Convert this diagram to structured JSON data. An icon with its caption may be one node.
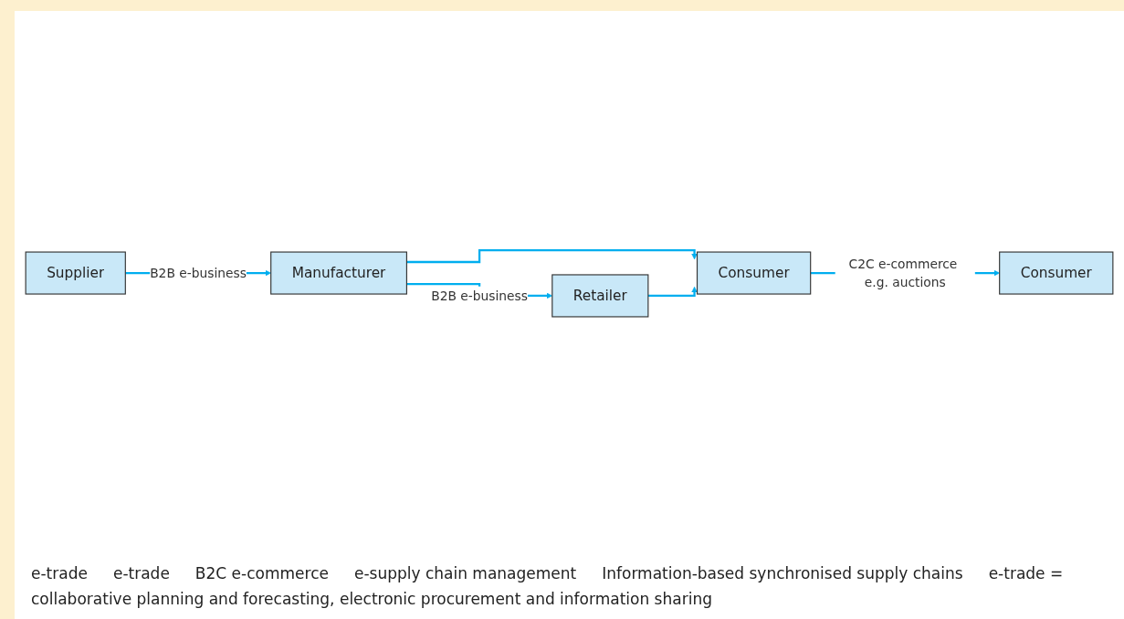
{
  "diagram": {
    "nodes": [
      {
        "text": [
          "Supplier"
        ]
      },
      {
        "text": [
          "Manufacturer"
        ]
      },
      {
        "text": [
          "Retailer"
        ]
      },
      {
        "text": [
          "Consumer"
        ]
      },
      {
        "text": [
          "Consumer"
        ]
      }
    ],
    "edges": [
      {
        "from": 0,
        "to": 1,
        "arrow": "to",
        "label": "B2B e-business"
      },
      {
        "from": 1,
        "to": 2,
        "arrow": "to",
        "label": "B2B e-business"
      },
      {
        "from": 1,
        "to": 3,
        "arrow": "to"
      },
      {
        "from": 2,
        "to": 3,
        "arrow": "to"
      },
      {
        "from": 3,
        "to": 4,
        "arrow": "to",
        "label": "C2C e-commerce e.g. auctions"
      }
    ],
    "labels": [
      "e-trade",
      "e-trade",
      "B2C e-commerce",
      "e-supply chain management",
      "Information-based synchronised supply chains",
      "e-trade =",
      "collaborative planning and forecasting, electronic procurement and information sharing"
    ]
  }
}
